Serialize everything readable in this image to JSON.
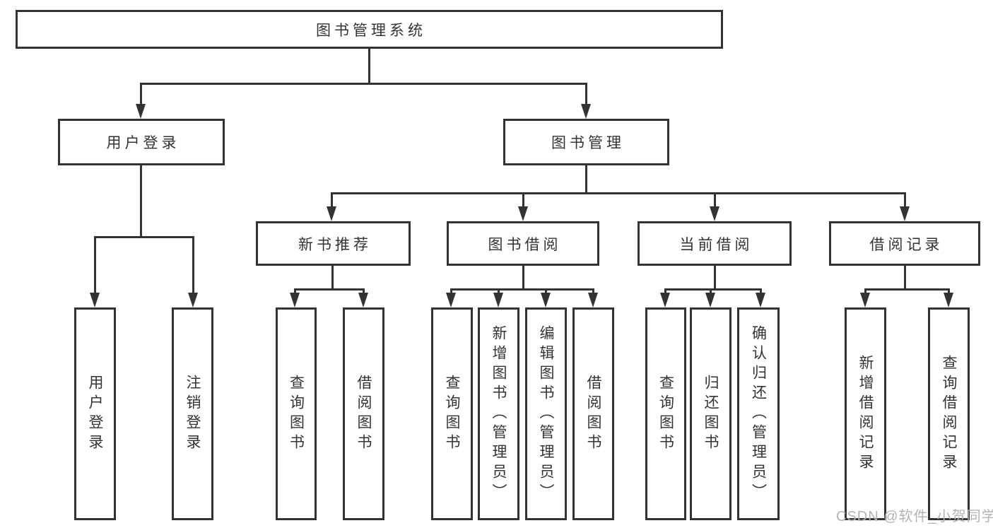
{
  "diagram": {
    "type": "tree",
    "orientation": "top-down"
  },
  "tree": {
    "root": {
      "label": "图书管理系统"
    },
    "level2": [
      {
        "label": "用户登录",
        "parent": "图书管理系统"
      },
      {
        "label": "图书管理",
        "parent": "图书管理系统"
      }
    ],
    "level3": [
      {
        "label": "新书推荐",
        "parent": "图书管理"
      },
      {
        "label": "图书借阅",
        "parent": "图书管理"
      },
      {
        "label": "当前借阅",
        "parent": "图书管理"
      },
      {
        "label": "借阅记录",
        "parent": "图书管理"
      }
    ],
    "leaves": [
      {
        "label": "用户登录",
        "parent": "用户登录"
      },
      {
        "label": "注销登录",
        "parent": "用户登录"
      },
      {
        "label": "查询图书",
        "parent": "新书推荐"
      },
      {
        "label": "借阅图书",
        "parent": "新书推荐"
      },
      {
        "label": "查询图书",
        "parent": "图书借阅"
      },
      {
        "label": "新增图书（管理员）",
        "parent": "图书借阅"
      },
      {
        "label": "编辑图书（管理员）",
        "parent": "图书借阅"
      },
      {
        "label": "借阅图书",
        "parent": "图书借阅"
      },
      {
        "label": "查询图书",
        "parent": "当前借阅"
      },
      {
        "label": "归还图书",
        "parent": "当前借阅"
      },
      {
        "label": "确认归还（管理员）",
        "parent": "当前借阅"
      },
      {
        "label": "新增借阅记录",
        "parent": "借阅记录"
      },
      {
        "label": "查询借阅记录",
        "parent": "借阅记录"
      }
    ]
  },
  "watermark": {
    "text": "CSDN @软件_小贺同学"
  },
  "colors": {
    "line": "#333333",
    "text": "#333333",
    "watermark": "#b3b3b3",
    "background": "#ffffff"
  }
}
